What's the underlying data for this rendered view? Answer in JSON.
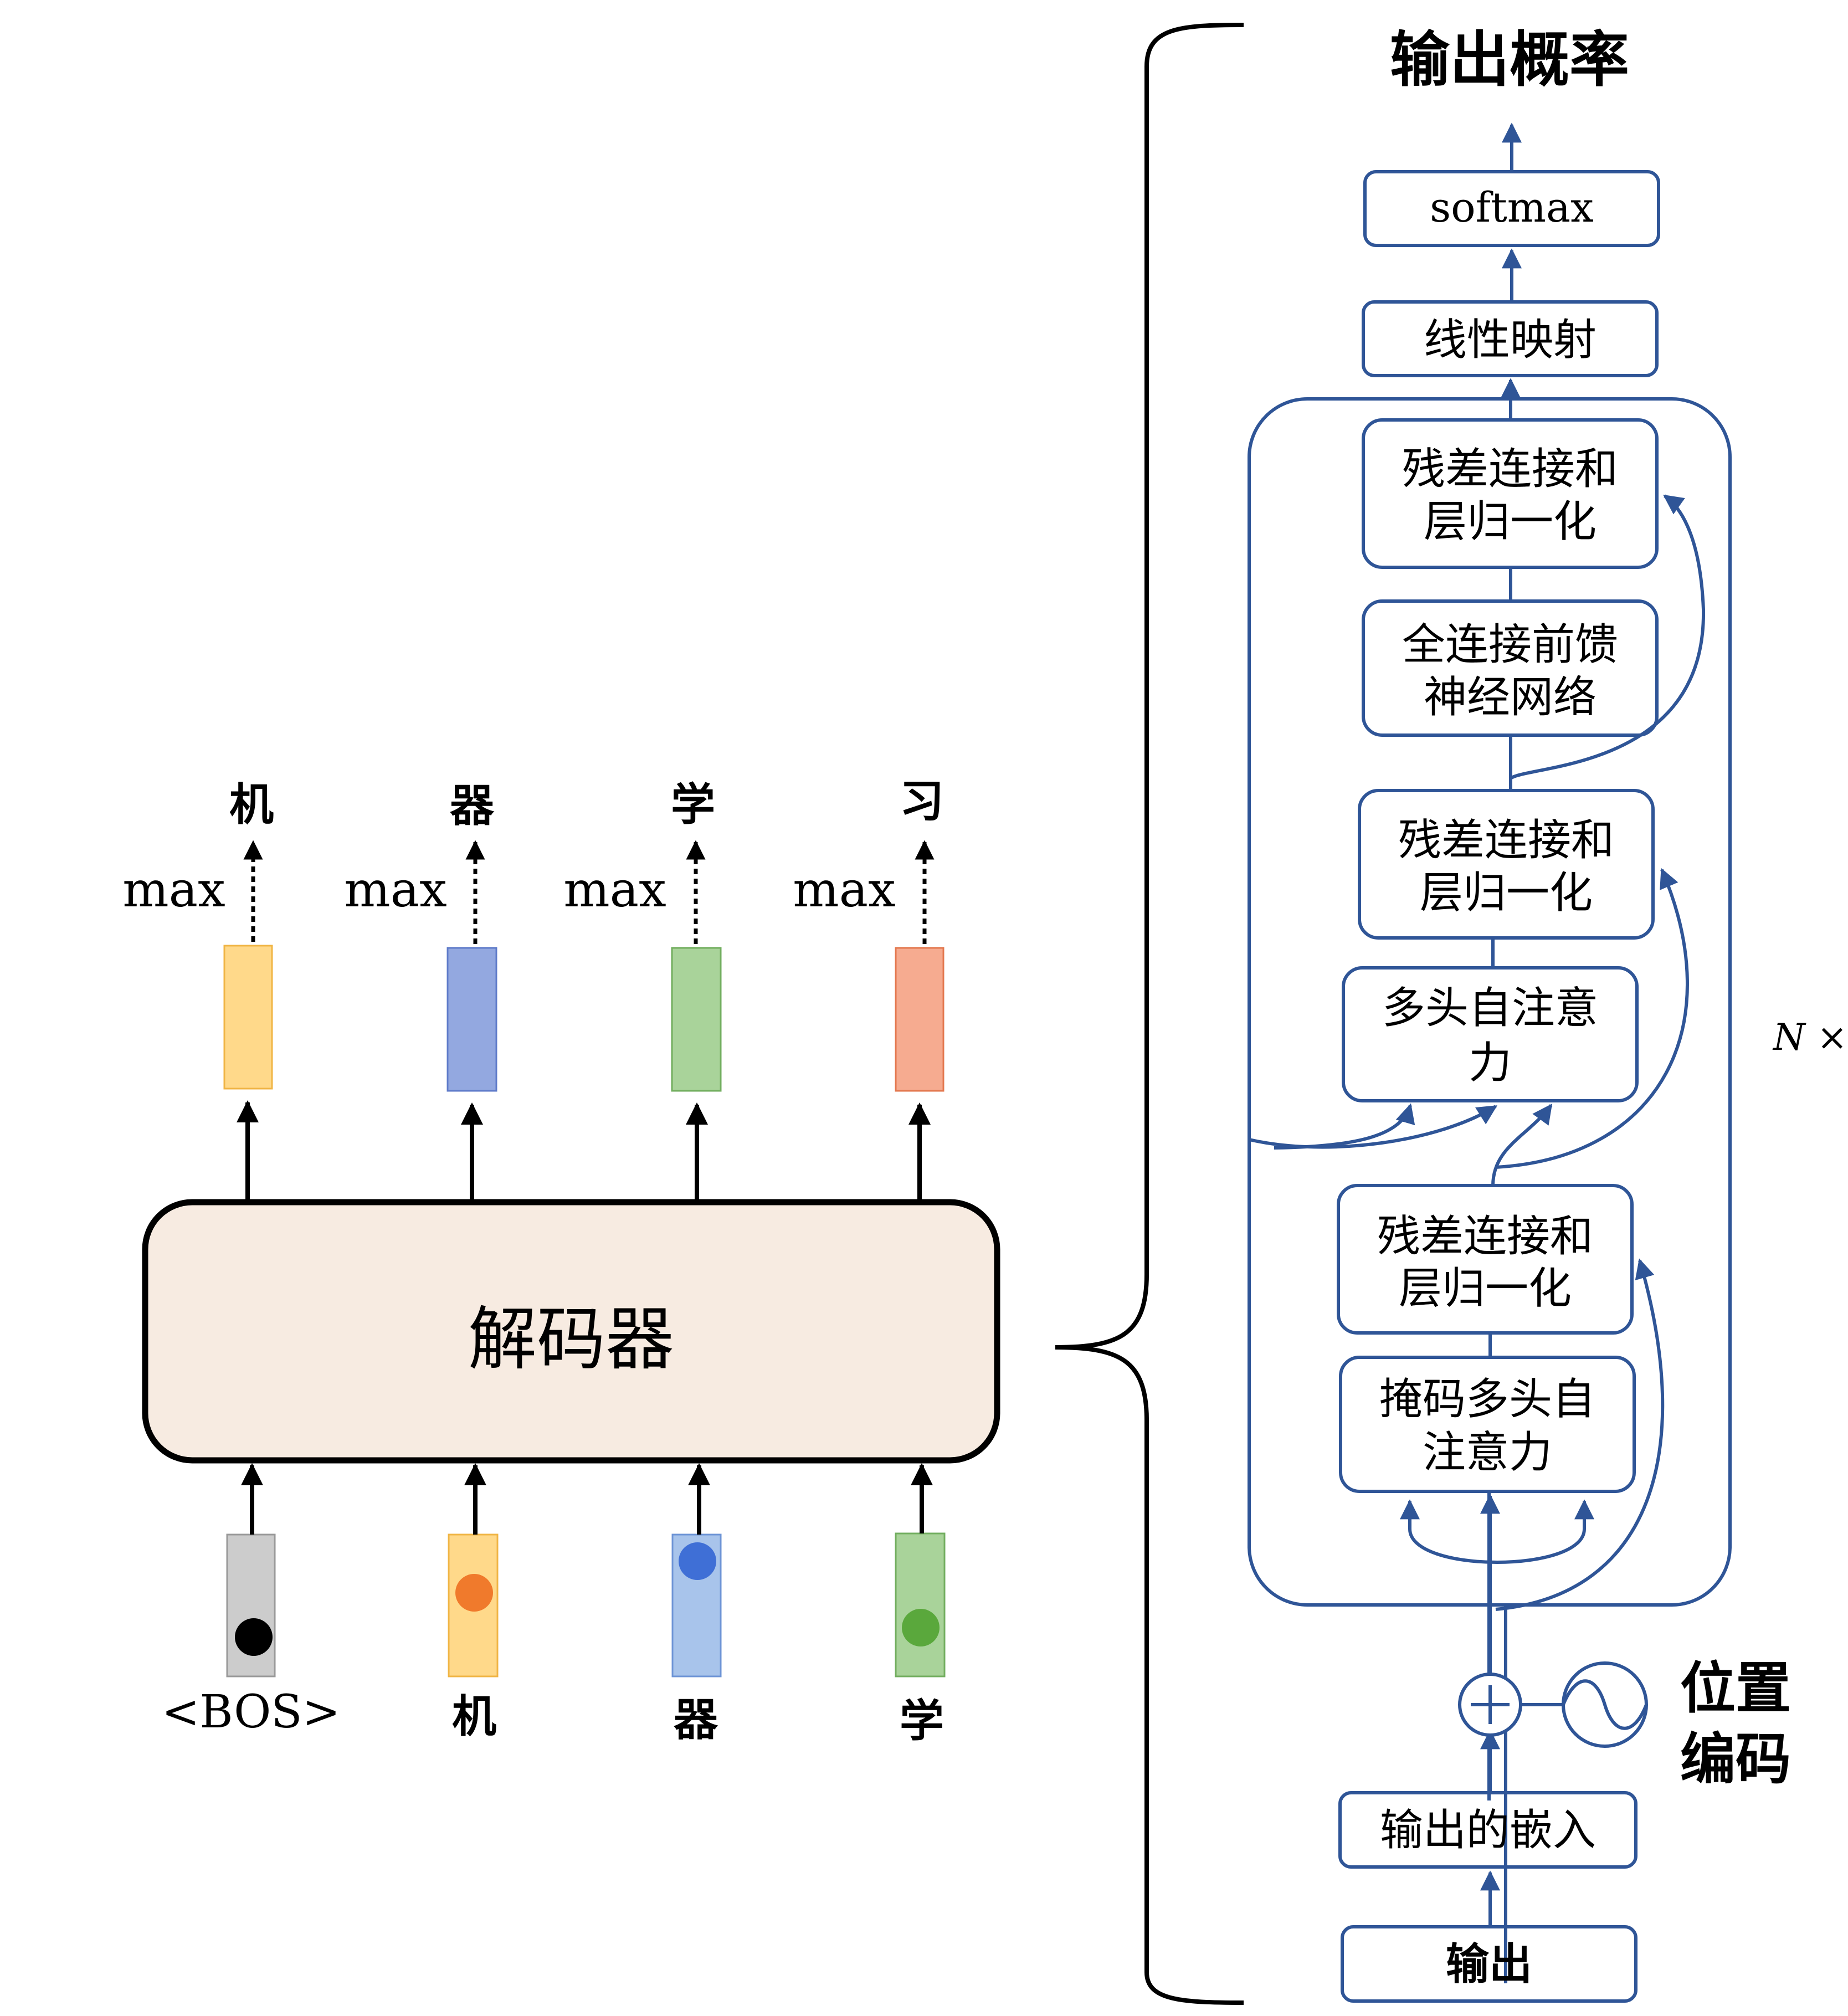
{
  "left": {
    "decoder_label": "解码器",
    "outputs": [
      {
        "token": "机",
        "op": "max",
        "color": "#ffd98a",
        "stroke": "#f0b545"
      },
      {
        "token": "器",
        "op": "max",
        "color": "#93a8e0",
        "stroke": "#5f7bc9"
      },
      {
        "token": "学",
        "op": "max",
        "color": "#a9d39a",
        "stroke": "#72ae5f"
      },
      {
        "token": "习",
        "op": "max",
        "color": "#f6ab90",
        "stroke": "#e3784f"
      }
    ],
    "inputs": [
      {
        "token": "<BOS>",
        "color": "#cccccc",
        "stroke": "#999999",
        "dot": "#000000"
      },
      {
        "token": "机",
        "color": "#ffd98a",
        "stroke": "#f0b545",
        "dot": "#f07a2c"
      },
      {
        "token": "器",
        "color": "#a8c4eb",
        "stroke": "#6d94d6",
        "dot": "#3f6fd6"
      },
      {
        "token": "学",
        "color": "#a9d39a",
        "stroke": "#72ae5f",
        "dot": "#5aa83c"
      }
    ]
  },
  "right": {
    "title": "输出概率",
    "softmax": "softmax",
    "linear": "线性映射",
    "add_norm_1": [
      "残差连接和",
      "层归一化"
    ],
    "ffn": [
      "全连接前馈",
      "神经网络"
    ],
    "add_norm_2": [
      "残差连接和",
      "层归一化"
    ],
    "mha": [
      "多头自注意",
      "力"
    ],
    "add_norm_3": [
      "残差连接和",
      "层归一化"
    ],
    "masked_mha": [
      "掩码多头自",
      "注意力"
    ],
    "repeat": "N ×",
    "pos_enc": [
      "位置",
      "编码"
    ],
    "embedding": "输出的嵌入",
    "input": "输出",
    "accent": "#2f5597"
  }
}
